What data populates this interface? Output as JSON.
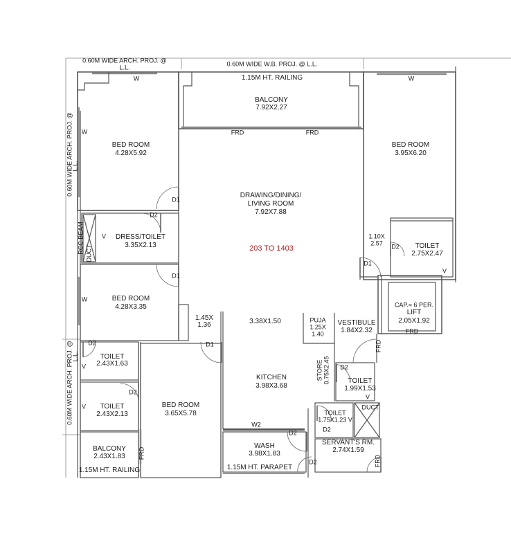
{
  "plan": {
    "flat_range": "203 TO 1403",
    "colors": {
      "wall": "#555555",
      "wall_fill": "#c8c8c8",
      "highlight_text": "#b22222"
    }
  },
  "annotations": {
    "top_left_proj_line1": "0.60M WIDE ARCH. PROJ. @",
    "top_left_proj_line2": "L.L.",
    "top_wb_proj": "0.60M WIDE W.B. PROJ. @ L.L.",
    "top_railing": "1.15M HT. RAILING",
    "left_upper_proj_line1": "0.60M WIDE ARCH. PROJ. @",
    "left_upper_proj_line2": "L.L.",
    "left_lower_proj_line1": "0.60M WIDE ARCH. PROJ. @",
    "left_lower_proj_line2": "L.L.",
    "bottom_left_railing": "1.15M HT. RAILING",
    "bottom_parapet": "1.15M HT. PARAPET",
    "rcc_beam": "RCC BEAM",
    "lift_capacity": "CAP.= 6 PER."
  },
  "rooms": {
    "bed1": {
      "name": "BED ROOM",
      "size": "4.28X5.92"
    },
    "dress_toilet": {
      "name": "DRESS/TOILET",
      "size": "3.35X2.13"
    },
    "bed2": {
      "name": "BED ROOM",
      "size": "4.28X3.35"
    },
    "toilet_a": {
      "name": "TOILET",
      "size": "2.43X1.63"
    },
    "toilet_b": {
      "name": "TOILET",
      "size": "2.43X2.13"
    },
    "balcony_small": {
      "name": "BALCONY",
      "size": "2.43X1.83"
    },
    "bed3": {
      "name": "BED ROOM",
      "size": "3.65X5.78"
    },
    "balcony_main": {
      "name": "BALCONY",
      "size": "7.92X2.27"
    },
    "living": {
      "name1": "DRAWING/DINING/",
      "name2": "LIVING ROOM",
      "size": "7.92X7.88"
    },
    "passage": {
      "size1": "1.45X",
      "size2": "1.36"
    },
    "dining_ext": {
      "size": "3.38X1.50"
    },
    "kitchen": {
      "name": "KITCHEN",
      "size": "3.98X3.68"
    },
    "puja": {
      "name": "PUJA",
      "size1": "1.25X",
      "size2": "1.40"
    },
    "store": {
      "name": "STORE",
      "size": "0.75X2.45"
    },
    "vestibule": {
      "name": "VESTIBULE",
      "size": "1.84X2.32"
    },
    "toilet_c": {
      "name": "TOILET",
      "size": "1.99X1.53"
    },
    "toilet_d": {
      "name": "TOILET",
      "size": "1.75X1.23 V"
    },
    "servant": {
      "name": "SERVANT'S RM.",
      "size": "2.74X1.59"
    },
    "wash": {
      "name": "WASH",
      "size": "3.98X1.83"
    },
    "bed4": {
      "name": "BED ROOM",
      "size": "3.95X6.20"
    },
    "toilet_e": {
      "name": "TOILET",
      "size": "2.75X2.47"
    },
    "passage_e": {
      "size1": "1.10X",
      "size2": "2.57"
    },
    "lift": {
      "name": "LIFT",
      "size": "2.05X1.92"
    }
  },
  "tags": {
    "window": "W",
    "window2": "W2",
    "door1": "D1",
    "door2": "D2",
    "frd": "FRD",
    "vent": "V",
    "duct": "DUCT"
  }
}
